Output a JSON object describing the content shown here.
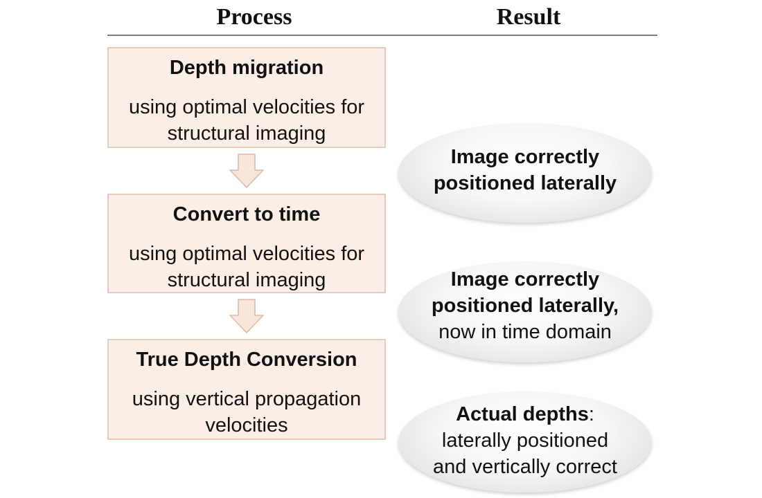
{
  "headers": {
    "process": "Process",
    "result": "Result"
  },
  "process_steps": [
    {
      "title": "Depth migration",
      "body_lines": [
        "using optimal velocities for",
        "structural imaging"
      ]
    },
    {
      "title": "Convert to time",
      "body_lines": [
        "using optimal velocities for",
        "structural imaging"
      ]
    },
    {
      "title": "True Depth Conversion",
      "body_lines": [
        "using vertical propagation",
        "velocities"
      ]
    }
  ],
  "results": [
    {
      "lines": [
        "Image correctly",
        "positioned laterally"
      ]
    },
    {
      "lines": [
        "Image correctly",
        "positioned laterally,",
        "now in time domain"
      ]
    },
    {
      "bold_lead": "Actual depths",
      "lead_suffix": ":",
      "lines": [
        "laterally positioned",
        "and vertically correct"
      ]
    }
  ],
  "colors": {
    "box_fill": "#fbeee6",
    "box_border": "#e6c9b6",
    "arrow_fill": "#f7e6da",
    "arrow_stroke": "#d9b8a2"
  }
}
